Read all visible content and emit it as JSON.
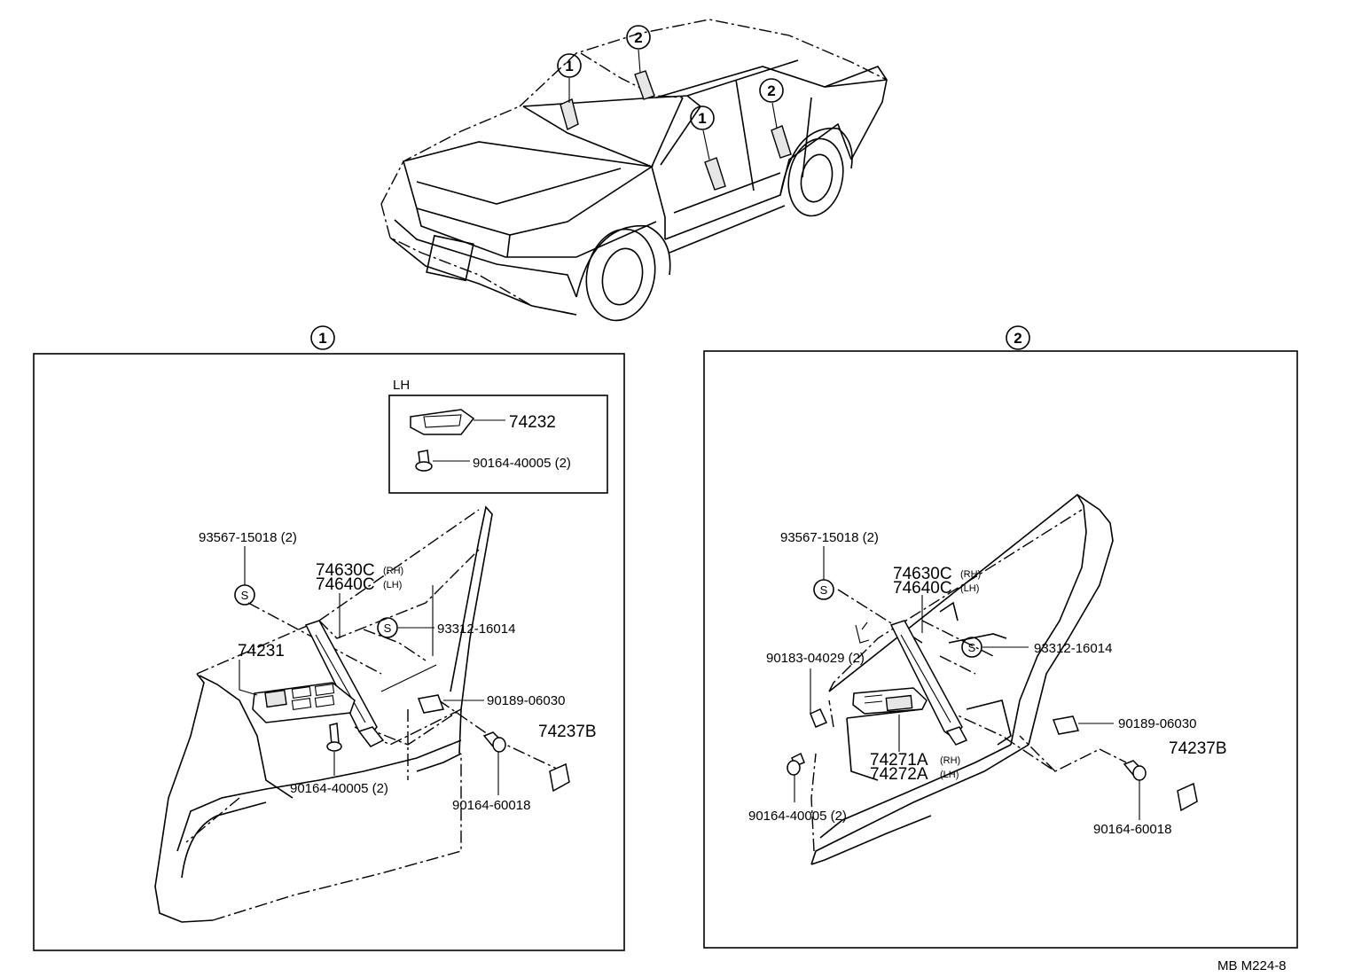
{
  "overview": {
    "callouts": [
      "1",
      "2",
      "1",
      "2"
    ]
  },
  "panel1": {
    "marker": "1",
    "inset": {
      "side_label": "LH",
      "part_main": "74232",
      "part_screw": "90164-40005 (2)"
    },
    "labels": {
      "screw_s": "93567-15018 (2)",
      "handle_rh": "74630C",
      "handle_rh_suffix": "(RH)",
      "handle_lh": "74640C",
      "handle_lh_suffix": "(LH)",
      "switch_base": "74231",
      "screw_s2": "93312-16014",
      "clip": "90189-06030",
      "cover": "74237B",
      "screw_lower": "90164-40005 (2)",
      "screw_side": "90164-60018"
    }
  },
  "panel2": {
    "marker": "2",
    "labels": {
      "screw_s": "93567-15018 (2)",
      "handle_rh": "74630C",
      "handle_rh_suffix": "(RH)",
      "handle_lh": "74640C",
      "handle_lh_suffix": "(LH)",
      "nut": "90183-04029 (2)",
      "screw_s2": "93312-16014",
      "clip": "90189-06030",
      "cover": "74237B",
      "switch_rh": "74271A",
      "switch_rh_suffix": "(RH)",
      "switch_lh": "74272A",
      "switch_lh_suffix": "(LH)",
      "screw_lower": "90164-40005 (2)",
      "screw_side": "90164-60018"
    }
  },
  "footer": {
    "code": "MB  M224-8"
  },
  "s_symbol": "S"
}
